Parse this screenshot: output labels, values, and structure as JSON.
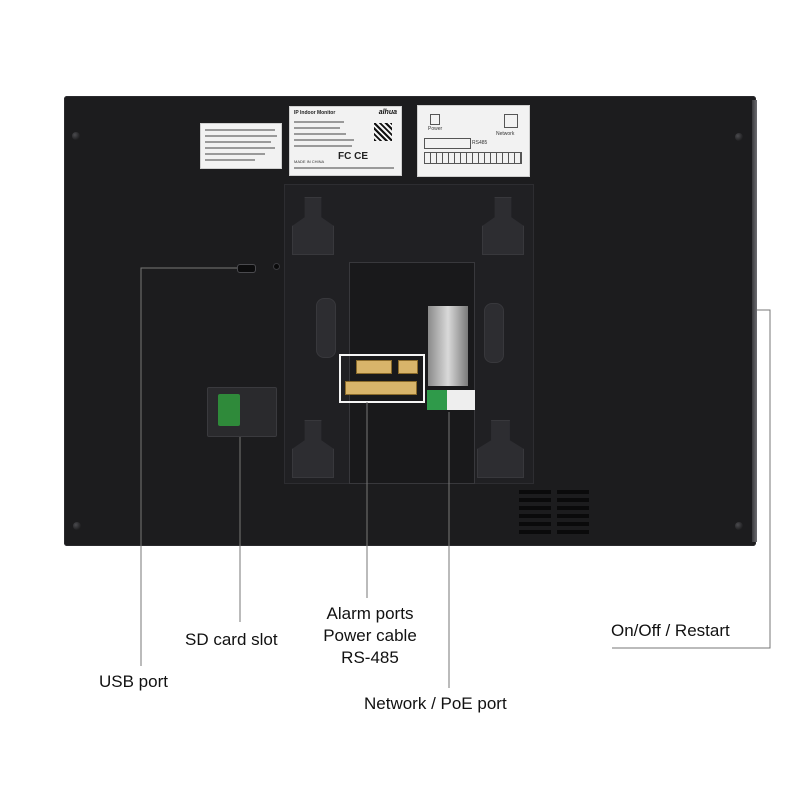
{
  "callouts": {
    "usb_port": {
      "label": "USB port"
    },
    "sd_card_slot": {
      "label": "SD card slot"
    },
    "alarm_ports": {
      "lines": [
        "Alarm ports",
        "Power cable",
        "RS-485"
      ]
    },
    "network_poe": {
      "label": "Network / PoE port"
    },
    "on_off_restart": {
      "label": "On/Off / Restart"
    }
  },
  "device_labels": {
    "model_sticker_title": "IP Indoor Monitor",
    "brand": "alhua",
    "made_in": "MADE IN CHINA",
    "power_label": "Power",
    "network_label": "Network",
    "rs485_label": "RS485"
  },
  "colors": {
    "device_body": "#1c1c1e",
    "callout_line": "#777777",
    "text": "#111111"
  }
}
